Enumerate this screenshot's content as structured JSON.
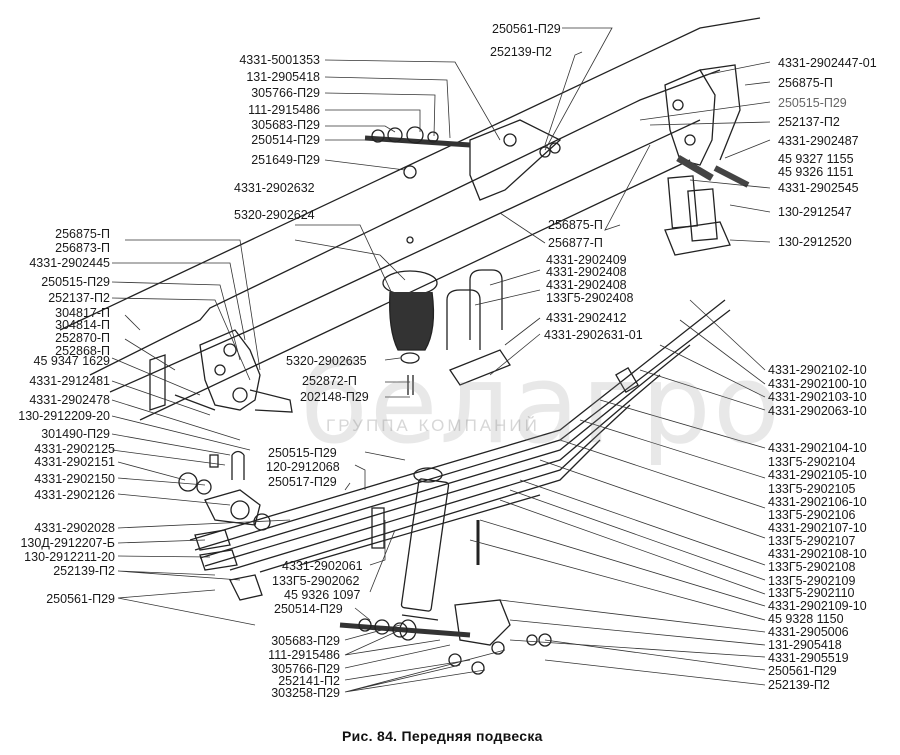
{
  "caption": "Рис. 84. Передняя подвеска",
  "watermark": {
    "brand": "белагро",
    "subtitle": "ГРУППА КОМПАНИЙ"
  },
  "labels": {
    "top_center": [
      "250561-П29",
      "252139-П2"
    ],
    "top_left": [
      "4331-5001353",
      "131-2905418",
      "305766-П29",
      "111-2915486",
      "305683-П29",
      "250514-П29",
      "251649-П29"
    ],
    "top_right": [
      "4331-2902447-01",
      "256875-П",
      "250515-П29",
      "252137-П2",
      "4331-2902487",
      "45 9327 1155",
      "45  9326 1151",
      "4331-2902545",
      "130-2912547",
      "130-2912520"
    ],
    "mid_center": [
      "4331-2902632",
      "5320-2902624",
      "256875-П",
      "256877-П"
    ],
    "ubolts": [
      "4331-2902409",
      "4331-2902408",
      "4331-2902408",
      "133Г5-2902408",
      "4331-2902412",
      "4331-2902631-01"
    ],
    "bumper": [
      "5320-2902635",
      "252872-П",
      "202148-П29"
    ],
    "left_mid": [
      "256875-П",
      "256873-П",
      "4331-2902445",
      "250515-П29",
      "252137-П2",
      "304817-П",
      "304814-П",
      "252870-П",
      "252868-П",
      "45 9347 1629",
      "4331-2912481",
      "4331-2902478",
      "130-2912209-20",
      "301490-П29"
    ],
    "left_low": [
      "4331-2902125",
      "4331-2902151",
      "4331-2902150",
      "4331-2902126",
      "4331-2902028",
      "130Д-2912207-Б",
      "130-2912211-20",
      "252139-П2",
      "250561-П29"
    ],
    "center_low": [
      "250515-П29",
      "120-2912068",
      "250517-П29",
      "4331-2902061",
      "133Г5-2902062",
      "45 9326 1097",
      "250514-П29"
    ],
    "bottom_center": [
      "305683-П29",
      "111-2915486",
      "305766-П29",
      "252141-П2",
      "303258-П29"
    ],
    "right_column": [
      "4331-2902102-10",
      "4331-2902100-10",
      "4331-2902103-10",
      "4331-2902063-10",
      "4331-2902104-10",
      "133Г5-2902104",
      "4331-2902105-10",
      "133Г5-2902105",
      "4331-2902106-10",
      "133Г5-2902106",
      "4331-2902107-10",
      "133Г5-2902107",
      "4331-2902108-10",
      "133Г5-2902108",
      "133Г5-2902109",
      "133Г5-2902110",
      "4331-2902109-10",
      "45 9328 1150",
      "4331-2905006",
      "131-2905418",
      "4331-2905519",
      "250561-П29",
      "252139-П2"
    ]
  }
}
